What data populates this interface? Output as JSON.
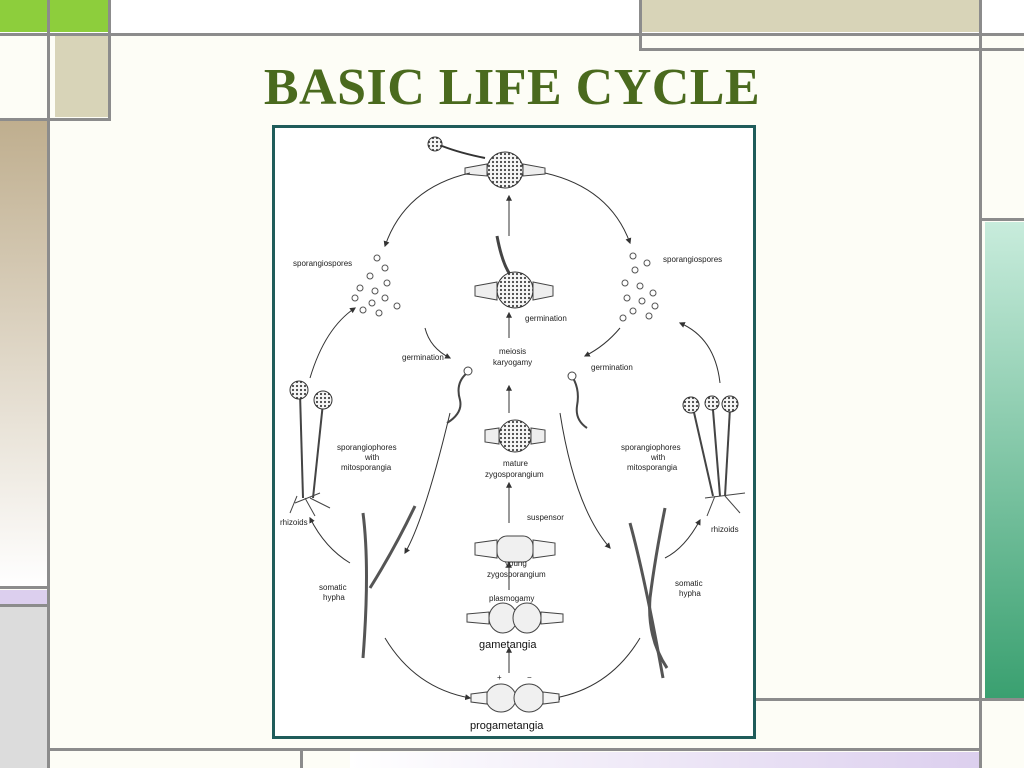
{
  "slide": {
    "title": "BASIC LIFE CYCLE",
    "colors": {
      "title": "#4a6a1e",
      "frame_border": "#1f5c5a",
      "accent_green": "#8dce3c",
      "accent_tan": "#d8d4b8",
      "accent_teal": "#3aa070",
      "accent_lavender": "#dccfee"
    }
  },
  "diagram": {
    "labels": {
      "sporangiospores_left": "sporangiospores",
      "sporangiospores_right": "sporangiospores",
      "germination_left": "germination",
      "germination_center": "germination",
      "germination_right": "germination",
      "meiosis": "meiosis",
      "karyogamy": "karyogamy",
      "sporangiophores_left": "sporangiophores",
      "with_left": "with",
      "mitosporangia_left": "mitosporangia",
      "sporangiophores_right": "sporangiophores",
      "with_right": "with",
      "mitosporangia_right": "mitosporangia",
      "mature": "mature",
      "zygosporangium_mature": "zygosporangium",
      "suspensor": "suspensor",
      "young": "young",
      "zygosporangium_young": "zygosporangium",
      "plasmogamy": "plasmogamy",
      "gametangia": "gametangia",
      "rhizoids_left": "rhizoids",
      "rhizoids_right": "rhizoids",
      "somatic_left": "somatic",
      "hypha_left": "hypha",
      "somatic_right": "somatic",
      "hypha_right": "hypha",
      "plus": "+",
      "minus": "−",
      "progametangia": "progametangia"
    }
  }
}
